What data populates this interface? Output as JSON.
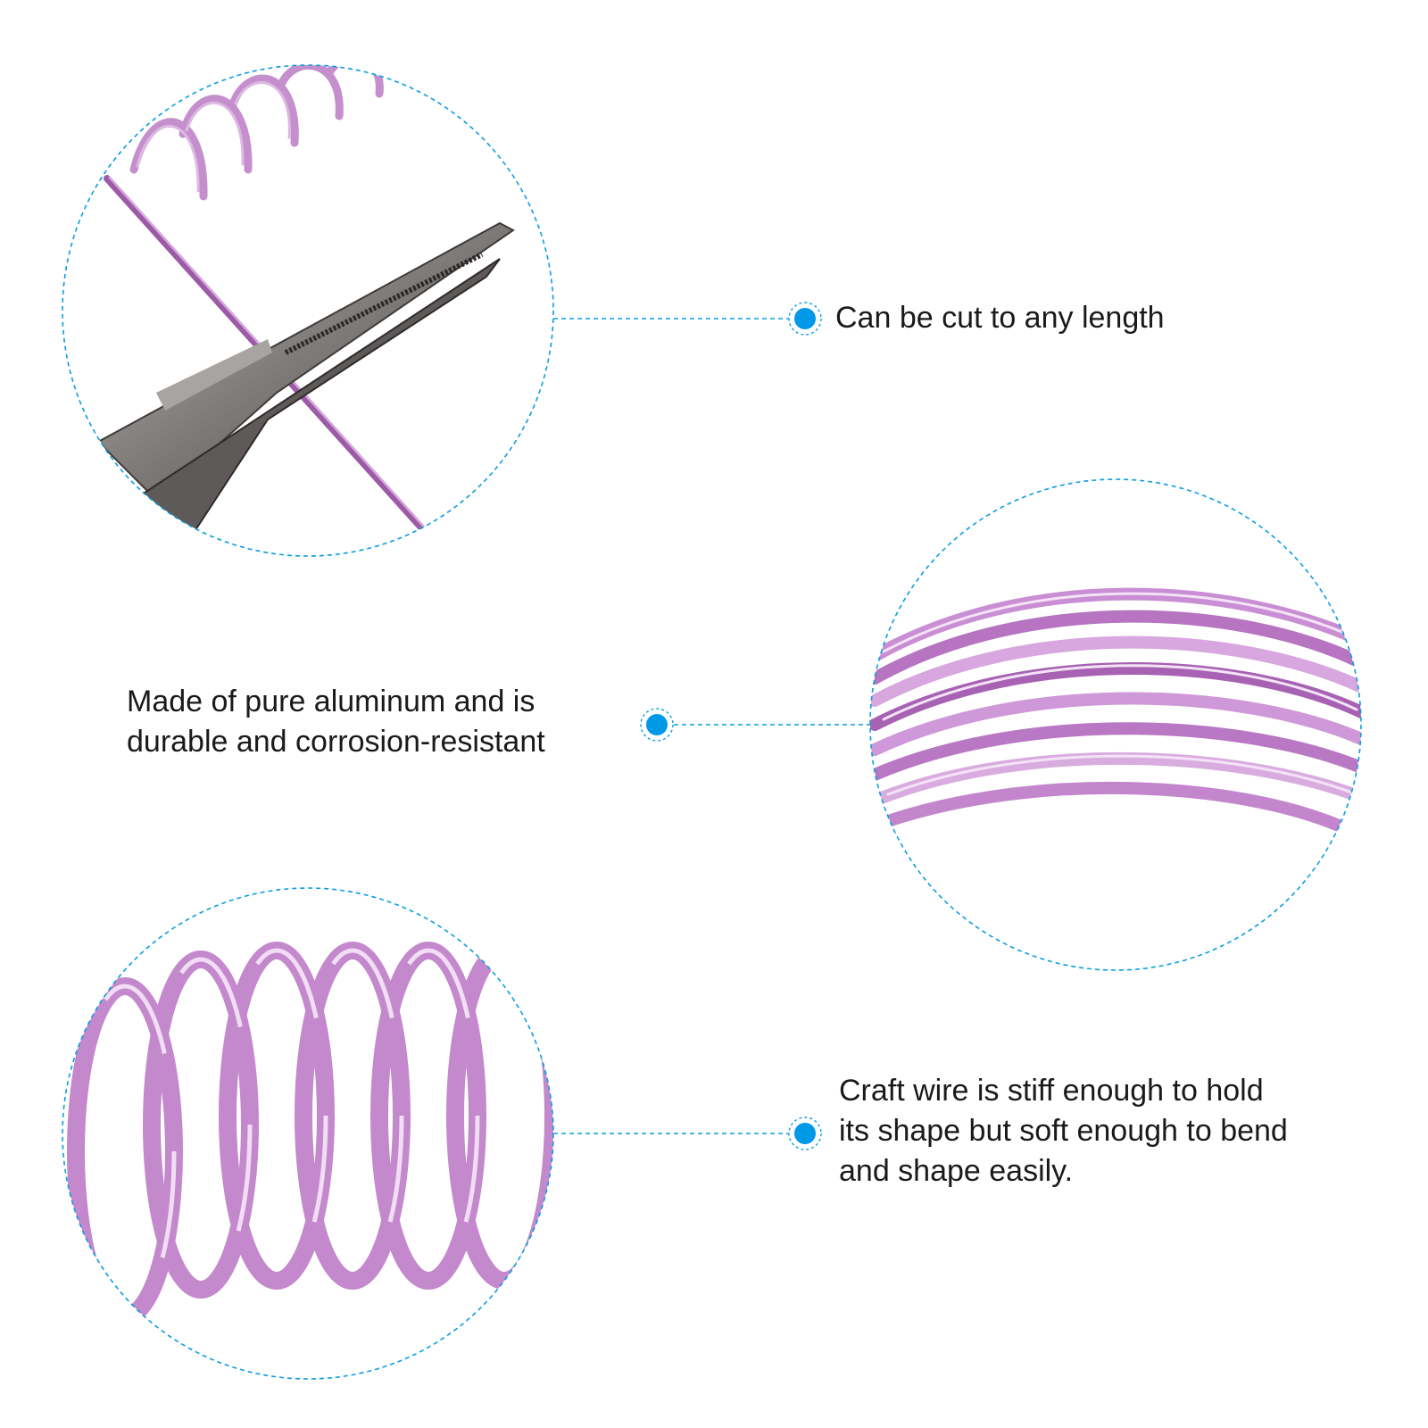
{
  "colors": {
    "accent": "#0099e8",
    "wire_purple": "#c78fcf",
    "wire_purple_dark": "#8a4b92",
    "wire_highlight": "#f3e1f6",
    "plier_metal": "#8b8b8b",
    "background": "#ffffff"
  },
  "features": [
    {
      "id": "cut",
      "image_icon": "wire-cut-pliers-image",
      "lines": [
        "Can be cut to any length"
      ]
    },
    {
      "id": "material",
      "image_icon": "wire-coil-image",
      "lines": [
        "Made of pure aluminum and is",
        "durable and corrosion-resistant"
      ]
    },
    {
      "id": "flexibility",
      "image_icon": "wire-spring-image",
      "lines": [
        "Craft wire is stiff enough to hold",
        "its shape but soft enough to bend",
        "and shape easily."
      ]
    }
  ]
}
